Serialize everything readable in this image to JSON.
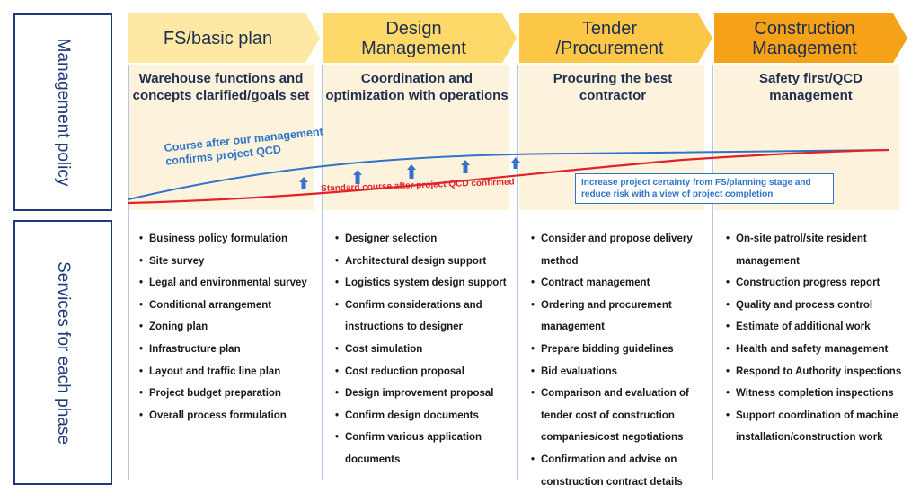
{
  "side_labels": {
    "top": "Management policy",
    "bottom": "Services for each phase"
  },
  "phases": [
    {
      "title": "FS/basic plan",
      "color": "#fde9a3",
      "goal": "Warehouse functions and concepts clarified/goals set",
      "services": [
        "Business policy formulation",
        "Site survey",
        "Legal and environmental survey",
        "Conditional arrangement",
        "Zoning plan",
        "Infrastructure plan",
        "Layout and traffic line plan",
        "Project budget preparation",
        "Overall process formulation"
      ]
    },
    {
      "title": "Design Management",
      "color": "#fdd96a",
      "goal": "Coordination and optimization with operations",
      "services": [
        "Designer selection",
        "Architectural design support",
        "Logistics system design support",
        "Confirm considerations and instructions to designer",
        "Cost simulation",
        "Cost reduction proposal",
        "Design improvement proposal",
        "Confirm design documents",
        "Confirm various application documents"
      ]
    },
    {
      "title": "Tender /Procurement",
      "color": "#fcc746",
      "goal": "Procuring the best contractor",
      "services": [
        "Consider and propose delivery method",
        "Contract management",
        "Ordering and procurement management",
        "Prepare bidding guidelines",
        "Bid evaluations",
        "Comparison and evaluation of tender cost of construction companies/cost negotiations",
        "Confirmation and advise on construction contract details"
      ]
    },
    {
      "title": "Construction Management",
      "color": "#f5a219",
      "goal": "Safety first/QCD management",
      "services": [
        "On-site patrol/site resident management",
        "Construction progress report",
        "Quality and process control",
        "Estimate of additional work",
        "Health and safety management",
        "Respond to Authority inspections",
        "Witness completion inspections",
        "Support coordination of machine installation/construction work"
      ]
    }
  ],
  "curves": {
    "blue_label": "Course after our management confirms project QCD",
    "red_label": "Standard course after project QCD confirmed",
    "note": "Increase project certainty from FS/planning stage and reduce risk with a view of project completion",
    "blue_color": "#2e74c8",
    "red_color": "#e0232a",
    "arrow_color": "#3a6fc9"
  }
}
